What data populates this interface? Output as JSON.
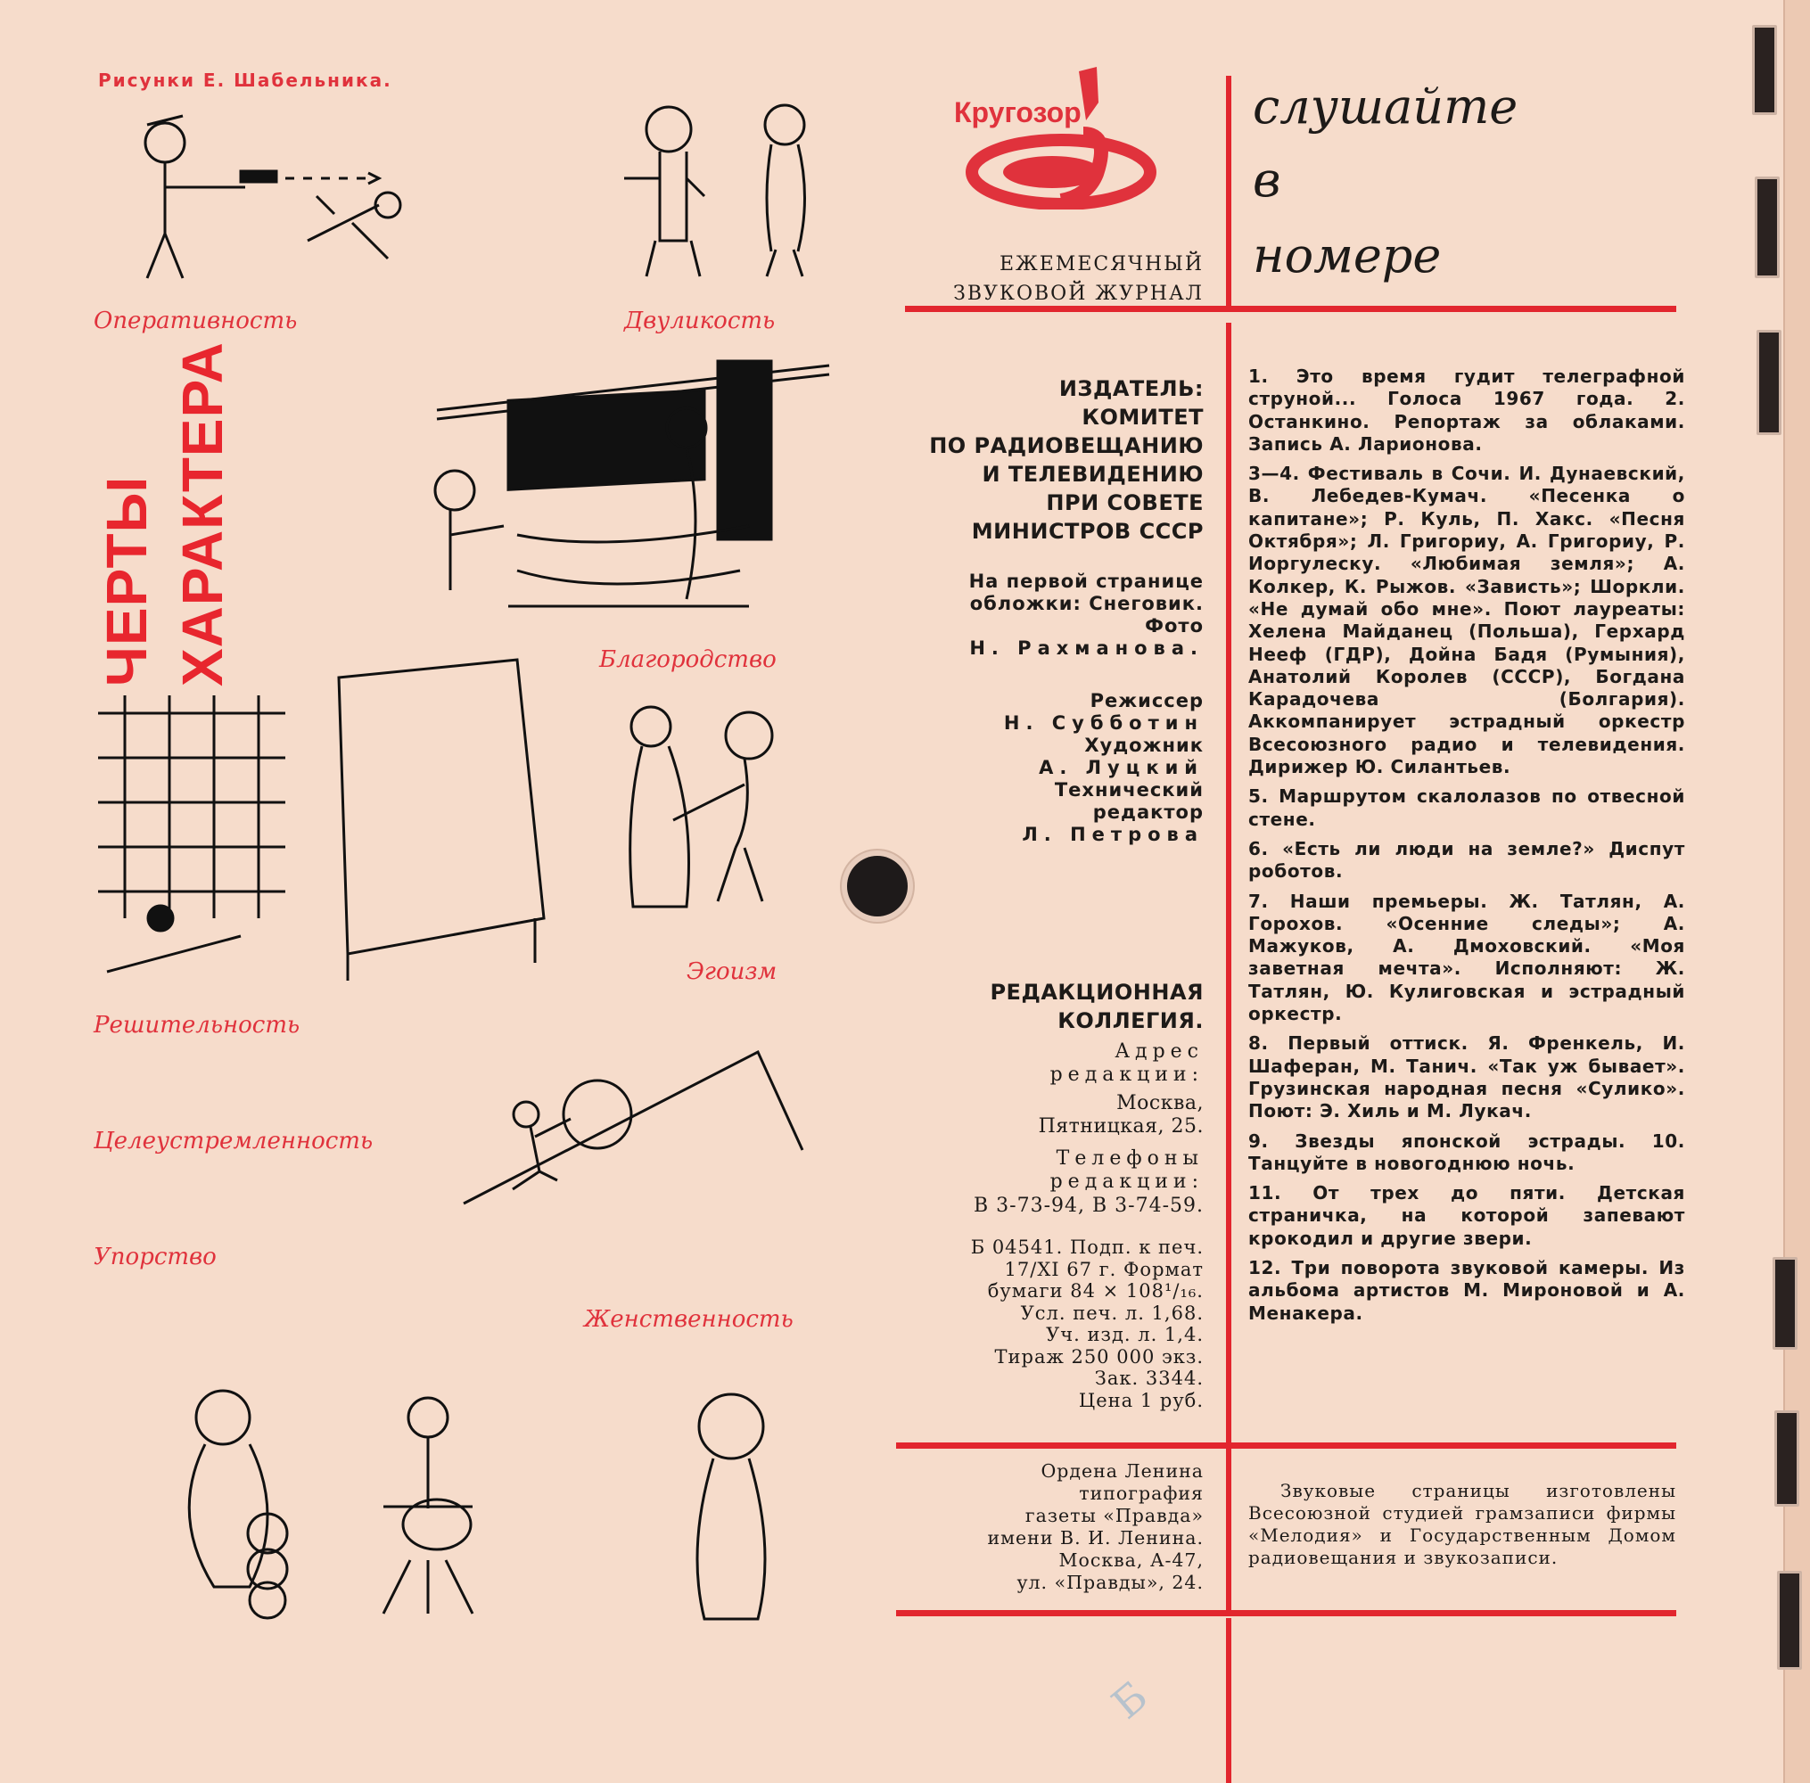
{
  "credit": "Рисунки Е. Шабельника.",
  "section_title": {
    "line1": "ЧЕРТЫ",
    "line2": "ХАРАКТЕРА"
  },
  "captions": [
    {
      "id": "operativnost",
      "text": "Оперативность"
    },
    {
      "id": "dvulikost",
      "text": "Двуликость"
    },
    {
      "id": "blagorodstvo",
      "text": "Благородство"
    },
    {
      "id": "egoizm",
      "text": "Эгоизм"
    },
    {
      "id": "reshitelnost",
      "text": "Решительность"
    },
    {
      "id": "tseleustremlennost",
      "text": "Целеустремленность"
    },
    {
      "id": "uporstvo",
      "text": "Упорство"
    },
    {
      "id": "zhenstvennost",
      "text": "Женственность"
    }
  ],
  "masthead": {
    "logo": "Кругозор",
    "subtitle_line1": "ЕЖЕМЕСЯЧНЫЙ",
    "subtitle_line2": "ЗВУКОВОЙ ЖУРНАЛ",
    "heading": [
      "слушайте",
      "в",
      "номере"
    ],
    "brand_color": "#e0323c"
  },
  "publisher": {
    "label": "ИЗДАТЕЛЬ:",
    "lines": [
      "КОМИТЕТ",
      "ПО РАДИОВЕЩАНИЮ",
      "И ТЕЛЕВИДЕНИЮ",
      "ПРИ СОВЕТЕ",
      "МИНИСТРОВ СССР"
    ],
    "cover_note": [
      "На первой странице",
      "обложки: Снеговик.",
      "Фото",
      "Н. Рахманова."
    ],
    "staff": [
      "Режиссер",
      "Н. Субботин",
      "Художник",
      "А. Луцкий",
      "Технический",
      "редактор",
      "Л. Петрова"
    ]
  },
  "editorial": {
    "title_line1": "РЕДАКЦИОННАЯ",
    "title_line2": "КОЛЛЕГИЯ.",
    "address_label": [
      "Адрес",
      "редакции:"
    ],
    "address": [
      "Москва,",
      "Пятницкая, 25."
    ],
    "phones_label": [
      "Телефоны",
      "редакции:"
    ],
    "phones": "В 3-73-94, В 3-74-59."
  },
  "imprint": [
    "Б 04541. Подп. к печ.",
    "17/XI 67 г. Формат",
    "бумаги 84 × 108¹/₁₆.",
    "Усл. печ. л. 1,68.",
    "Уч. изд. л. 1,4.",
    "Тираж 250 000 экз.",
    "Зак. 3344.",
    "Цена 1 руб."
  ],
  "contents": [
    "1. Это время гудит телеграфной струной... Голоса 1967 года. 2. Останкино. Репортаж за облаками. Запись А. Ларионова.",
    "3—4. Фестиваль в Сочи. И. Дунаевский, В. Лебедев-Кумач. «Песенка о капитане»; Р. Куль, П. Хакс. «Песня Октября»; Л. Григориу, А. Григориу, Р. Иоргулеску. «Любимая земля»; А. Колкер, К. Рыжов. «Зависть»; Шоркли. «Не думай обо мне». Поют лауреаты: Хелена Майданец (Польша), Герхард Нееф (ГДР), Дойна Бадя (Румыния), Анатолий Королев (СССР), Богдана Карадочева (Болгария). Аккомпанирует эстрадный оркестр Всесоюзного радио и телевидения. Дирижер Ю. Силантьев.",
    "5. Маршрутом скалолазов по отвесной стене.",
    "6. «Есть ли люди на земле?» Диспут роботов.",
    "7. Наши премьеры. Ж. Татлян, А. Горохов. «Осенние следы»; А. Мажуков, А. Дмоховский. «Моя заветная мечта». Исполняют: Ж. Татлян, Ю. Кулиговская и эстрадный оркестр.",
    "8. Первый оттиск. Я. Френкель, И. Шаферан, М. Танич. «Так уж бывает». Грузинская народная песня «Сулико». Поют: Э. Хиль и М. Лукач.",
    "9. Звезды японской эстрады. 10. Танцуйте в новогоднюю ночь.",
    "11. От трех до пяти. Детская страничка, на которой запевают крокодил и другие звери.",
    "12. Три поворота звуковой камеры. Из альбома артистов М. Мироновой и А. Менакера."
  ],
  "printer": [
    "Ордена Ленина",
    "типография",
    "газеты «Правда»",
    "имени В. И. Ленина.",
    "Москва, А-47,",
    "ул. «Правды», 24."
  ],
  "sound_pages_note": "Звуковые страницы изготовлены Всесоюзной студией грамзаписи фирмы «Мелодия» и Государственным Домом радиовещания и звукозаписи.",
  "stamp": "Б"
}
